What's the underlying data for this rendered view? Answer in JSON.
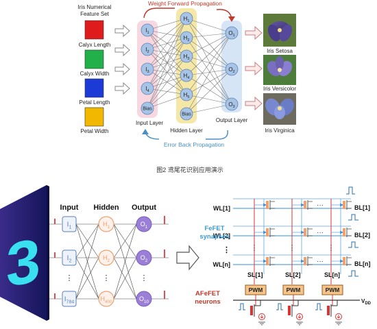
{
  "top": {
    "feature_set_title": [
      "Iris Numerical",
      "Feature Set"
    ],
    "features": [
      {
        "label": "Calyx Length",
        "color": "#e01b1b"
      },
      {
        "label": "Calyx Width",
        "color": "#22b04a"
      },
      {
        "label": "Petal Length",
        "color": "#1b3ad6"
      },
      {
        "label": "Petal Width",
        "color": "#f2b800"
      }
    ],
    "forward_label": "Weight Forward Propagation",
    "back_label": "Error Back Propagation",
    "input_nodes": [
      "I1",
      "I2",
      "I3",
      "I4",
      "Bias"
    ],
    "hidden_nodes": [
      "H1",
      "H2",
      "H3",
      "H4",
      "H5",
      "Bias"
    ],
    "output_nodes": [
      "O1",
      "O2",
      "O3"
    ],
    "input_layer": "Input Layer",
    "hidden_layer": "Hidden Layer",
    "output_layer": "Output Layer",
    "classes": [
      "Iris Setosa",
      "Iris Versicolor",
      "Iris Virginica"
    ],
    "colors": {
      "input_band": "#f4c9d6",
      "hidden_band": "#f2e08a",
      "output_band": "#cfe0f3",
      "node": "#a7c4e6",
      "arrow_red": "#c0392b",
      "arrow_blue": "#4a90c4"
    }
  },
  "caption": "图2 鸢尾花识别应用演示",
  "bottom": {
    "digit": "3",
    "input_title": "Input",
    "hidden_title": "Hidden",
    "output_title": "Output",
    "input_nodes": [
      "I1",
      "I2",
      "⋮",
      "I784"
    ],
    "hidden_nodes": [
      "H1",
      "H2",
      "⋮",
      "H400"
    ],
    "output_nodes": [
      "O1",
      "O2",
      "⋮",
      "O10"
    ],
    "wordlines": [
      "WL[1]",
      "WL[2]",
      "⋮",
      "WL[n]"
    ],
    "bitlines": [
      "BL[1]",
      "BL[2]",
      "BL[n]"
    ],
    "sourcelines": [
      "SL[1]",
      "SL[2]",
      "SL[n]"
    ],
    "synapse_label": [
      "FeFET",
      "synapses"
    ],
    "neuron_label": [
      "AFeFET",
      "neurons"
    ],
    "pwm": "PWM",
    "vdd": "V",
    "vdd_sub": "DD",
    "ellipsis": "···",
    "colors": {
      "fefet_text": "#3a9ad9",
      "afefet_text": "#c0392b",
      "hidden_node": "#f0a070",
      "output_node": "#9b7fd6",
      "input_node": "#5a7fb8",
      "pwm_fill": "#f3c48b"
    }
  }
}
